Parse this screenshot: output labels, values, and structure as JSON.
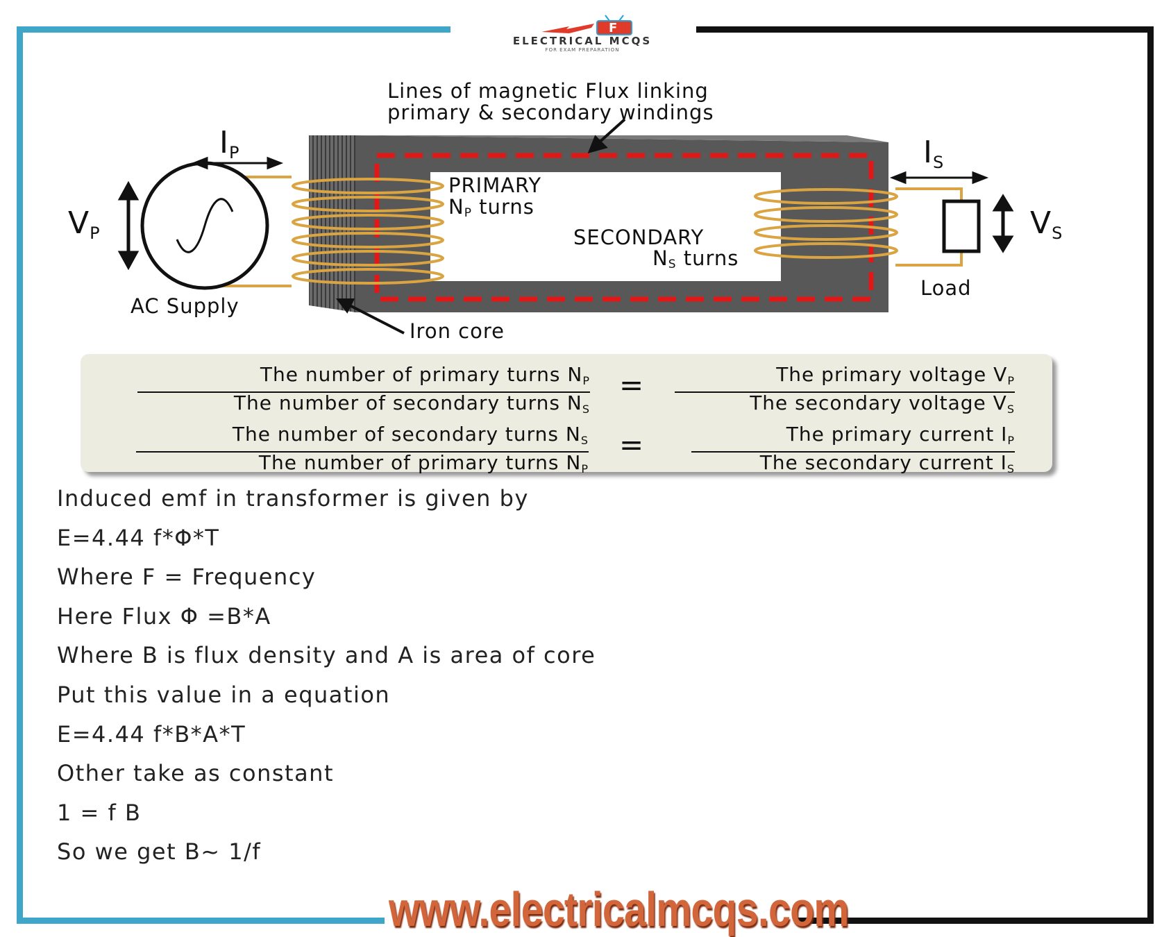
{
  "logo": {
    "title": "ELECTRICAL MCQS",
    "subtitle": "FOR EXAM PREPARATION"
  },
  "diagram": {
    "flux_label_line1": "Lines of magnetic Flux linking",
    "flux_label_line2": "primary & secondary windings",
    "ip_label": "I",
    "ip_sub": "P",
    "is_label": "I",
    "is_sub": "S",
    "vp_label": "V",
    "vp_sub": "P",
    "vs_label": "V",
    "vs_sub": "S",
    "primary_label": "PRIMARY",
    "primary_turns_n": "N",
    "primary_turns_sub": "P",
    "primary_turns_text": " turns",
    "secondary_label": "SECONDARY",
    "secondary_turns_n": "N",
    "secondary_turns_sub": "S",
    "secondary_turns_text": " turns",
    "ac_supply_label": "AC Supply",
    "load_label": "Load",
    "iron_core_label": "Iron core"
  },
  "formulas": {
    "row1": {
      "left_num": "The number of primary turns N",
      "left_num_sub": "P",
      "left_den": "The number of secondary turns N",
      "left_den_sub": "S",
      "equals": "=",
      "right_num": "The primary voltage V",
      "right_num_sub": "P",
      "right_den": "The secondary voltage V",
      "right_den_sub": "S"
    },
    "row2": {
      "left_num": "The number of secondary turns N",
      "left_num_sub": "S",
      "left_den": "The number of primary turns N",
      "left_den_sub": "P",
      "equals": "=",
      "right_num": "The primary current I",
      "right_num_sub": "P",
      "right_den": "The secondary current I",
      "right_den_sub": "S"
    }
  },
  "explanation": [
    "Induced emf in transformer is given by",
    "E=4.44 f*Φ*T",
    "Where F = Frequency",
    "Here Flux Φ =B*A",
    "Where B is flux density and A is area of core",
    "Put this value in a equation",
    "E=4.44 f*B*A*T",
    "Other take as constant",
    "1 = f B",
    "So we get B~ 1/f"
  ],
  "website": "www.electricalmcqs.com",
  "colors": {
    "frame_blue": "#3fa6c9",
    "frame_black": "#111111",
    "core": "#5c5c5c",
    "flux_dash": "#e01818",
    "winding": "#d9a441",
    "formula_box": "#ecece0",
    "website": "#d2653a"
  }
}
